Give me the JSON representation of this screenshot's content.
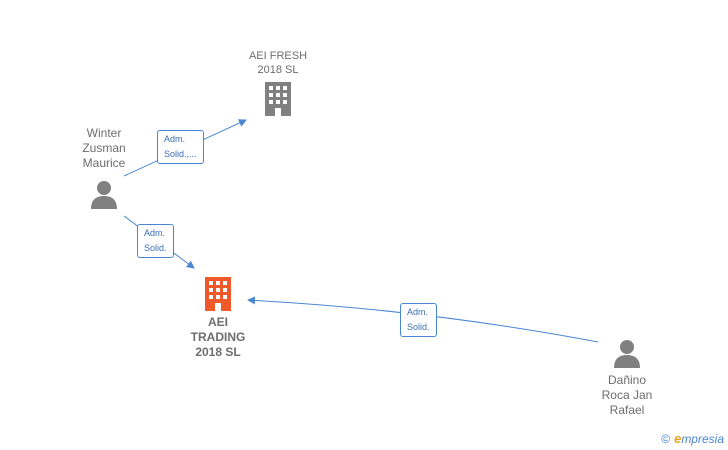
{
  "nodes": {
    "aei_fresh": {
      "name": "AEI FRESH\n2018  SL",
      "type": "company",
      "color": "#808080"
    },
    "aei_trading": {
      "name": "AEI\nTRADING\n2018  SL",
      "type": "company",
      "color": "#f05a2a"
    },
    "winter": {
      "name": "Winter\nZusman\nMaurice",
      "type": "person",
      "color": "#808080"
    },
    "danino": {
      "name": "Dañino\nRoca Jan\nRafael",
      "type": "person",
      "color": "#808080"
    }
  },
  "edges": {
    "winter_fresh": {
      "line1": "Adm.",
      "line2": "Solid.,..."
    },
    "winter_trading": {
      "line1": "Adm.",
      "line2": "Solid."
    },
    "danino_trading": {
      "line1": "Adm.",
      "line2": "Solid."
    }
  },
  "colors": {
    "edge": "#4a86d1",
    "accent": "#f05a2a",
    "neutral": "#808080"
  },
  "brand": {
    "copyright": "©",
    "initial": "e",
    "rest": "mpresia"
  }
}
